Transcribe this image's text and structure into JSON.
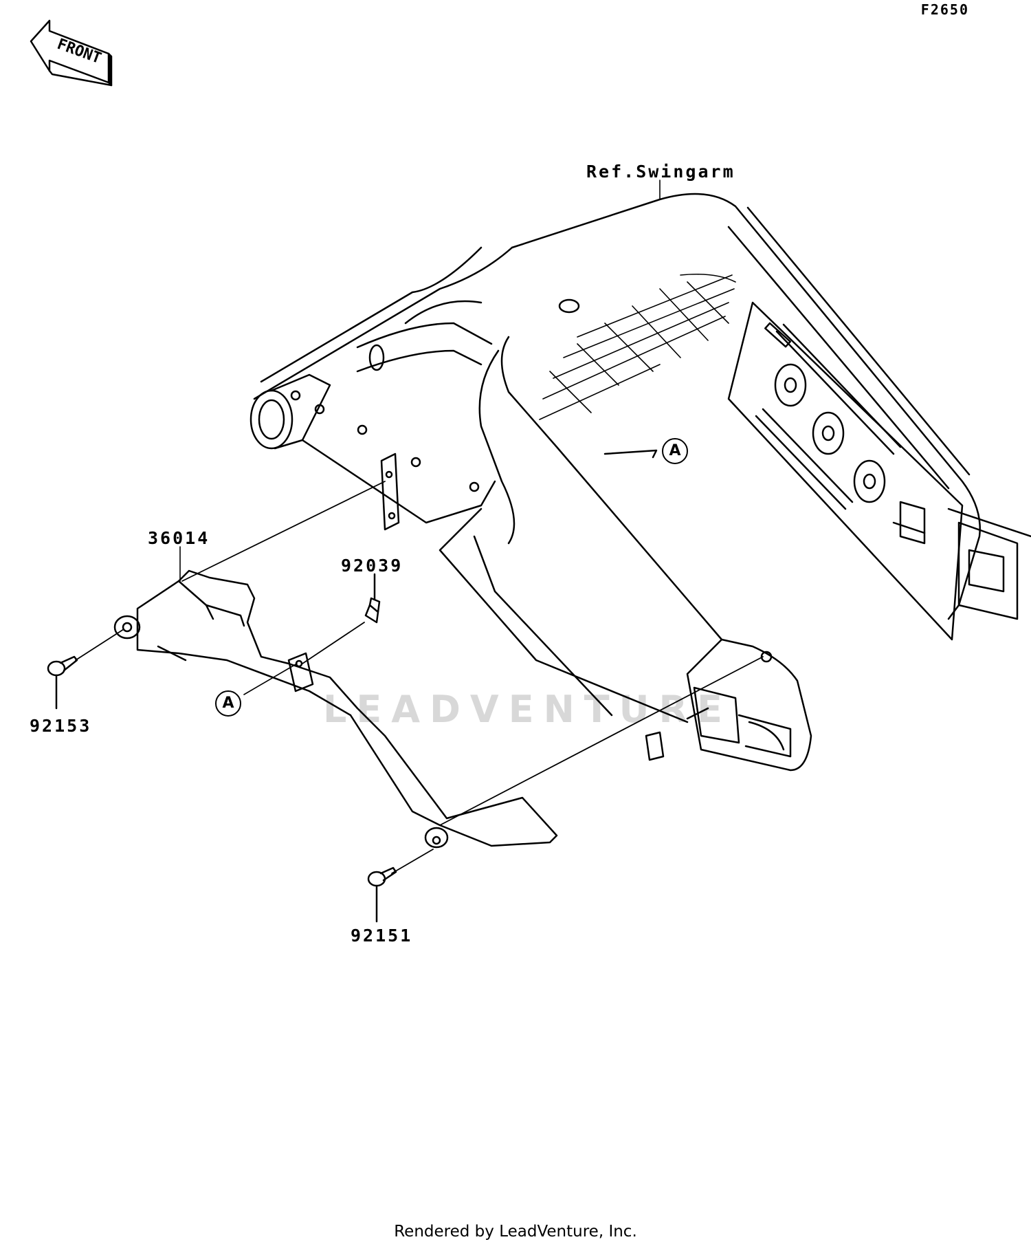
{
  "diagram_code": "F2650",
  "front_label": "FRONT",
  "ref_label": "Ref.Swingarm",
  "parts": {
    "chain_cover": "36014",
    "clip": "92039",
    "bolt_front": "92153",
    "bolt_rear": "92151"
  },
  "callout_letter": "A",
  "watermark": "LEADVENTURE",
  "footer": "Rendered by LeadVenture, Inc."
}
